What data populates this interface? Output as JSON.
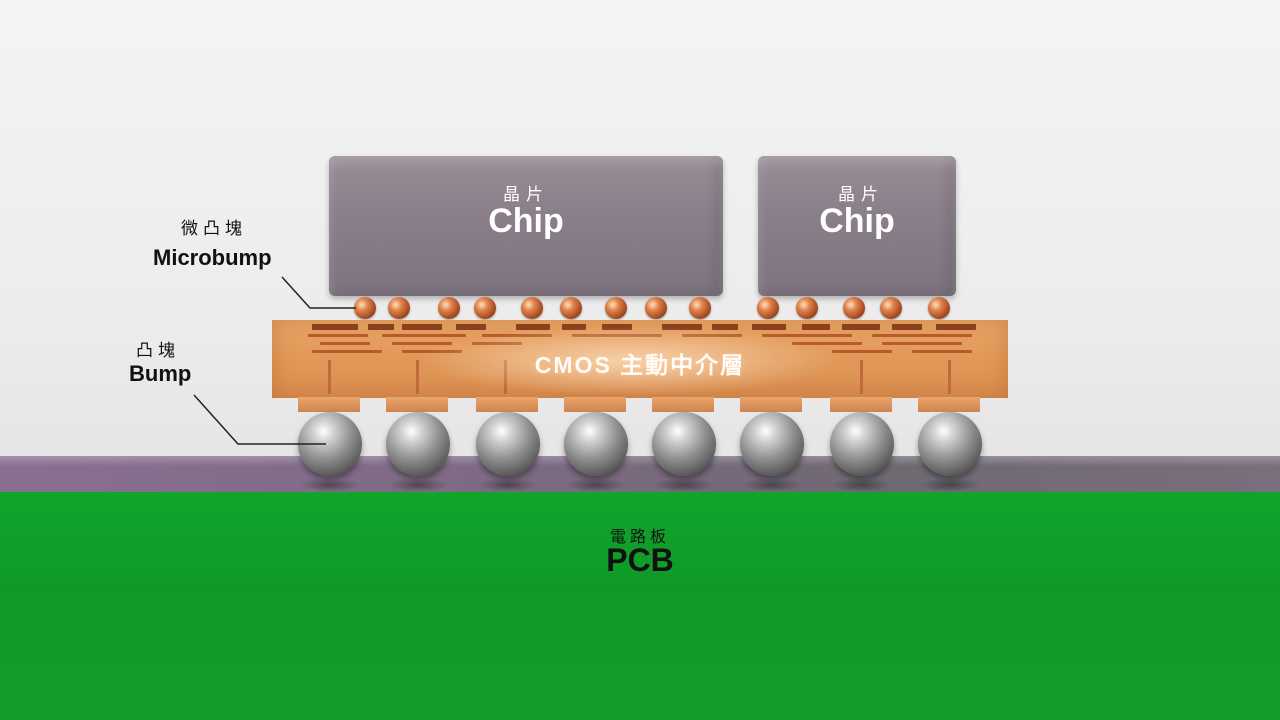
{
  "chips": [
    {
      "zh": "晶片",
      "en": "Chip"
    },
    {
      "zh": "晶片",
      "en": "Chip"
    }
  ],
  "microbump_label": {
    "zh": "微凸塊",
    "en": "Microbump"
  },
  "bump_label": {
    "zh": "凸塊",
    "en": "Bump"
  },
  "interposer_label": "CMOS 主動中介層",
  "pcb_label": {
    "zh": "電路板",
    "en": "PCB"
  },
  "colors": {
    "pcb_green": "#11a52b",
    "interposer_copper": "#e29a5a",
    "chip_gray": "#8a7f8a"
  }
}
